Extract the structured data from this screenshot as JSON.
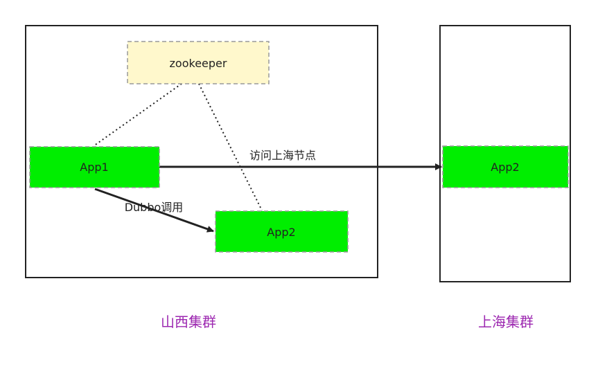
{
  "nodes": {
    "zookeeper": "zookeeper",
    "app1": "App1",
    "app2_local": "App2",
    "app2_remote": "App2"
  },
  "edges": {
    "dubbo_call": "Dubbo调用",
    "visit_shanghai": "访问上海节点"
  },
  "clusters": {
    "shanxi": "山西集群",
    "shanghai": "上海集群"
  },
  "colors": {
    "cluster_border": "#222222",
    "app_fill": "#00ee00",
    "zk_fill": "#fff8cc",
    "dashed_border": "#999999",
    "cluster_label": "#9c27b0",
    "arrow": "#222222"
  }
}
